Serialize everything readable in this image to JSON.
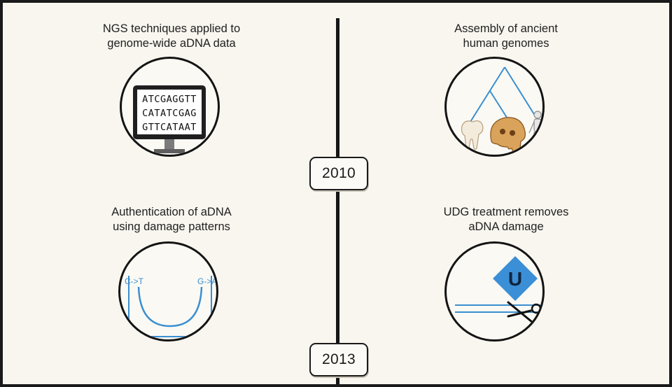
{
  "milestones": [
    {
      "caption_line1": "NGS techniques applied to",
      "caption_line2": "genome-wide aDNA data",
      "icon": "monitor-icon",
      "sequence": [
        "ATCGAGGTT",
        "CATATCGAG",
        "GTTCATAAT"
      ]
    },
    {
      "caption_line1": "Assembly of ancient",
      "caption_line2": "human genomes",
      "icon": "phylogenetic-tree-icon"
    },
    {
      "caption_line1": "Authentication of aDNA",
      "caption_line2": "using damage patterns",
      "icon": "damage-pattern-plot-icon",
      "left_label": "C->T",
      "right_label": "G->A"
    },
    {
      "caption_line1": "UDG treatment removes",
      "caption_line2": "aDNA damage",
      "icon": "scissors-icon",
      "diamond_letter": "U"
    }
  ],
  "years": [
    "2010",
    "2013"
  ],
  "colors": {
    "accent_blue": "#3a8fd0",
    "diamond_blue": "#3b8fd6",
    "background": "#f9f6ef"
  }
}
